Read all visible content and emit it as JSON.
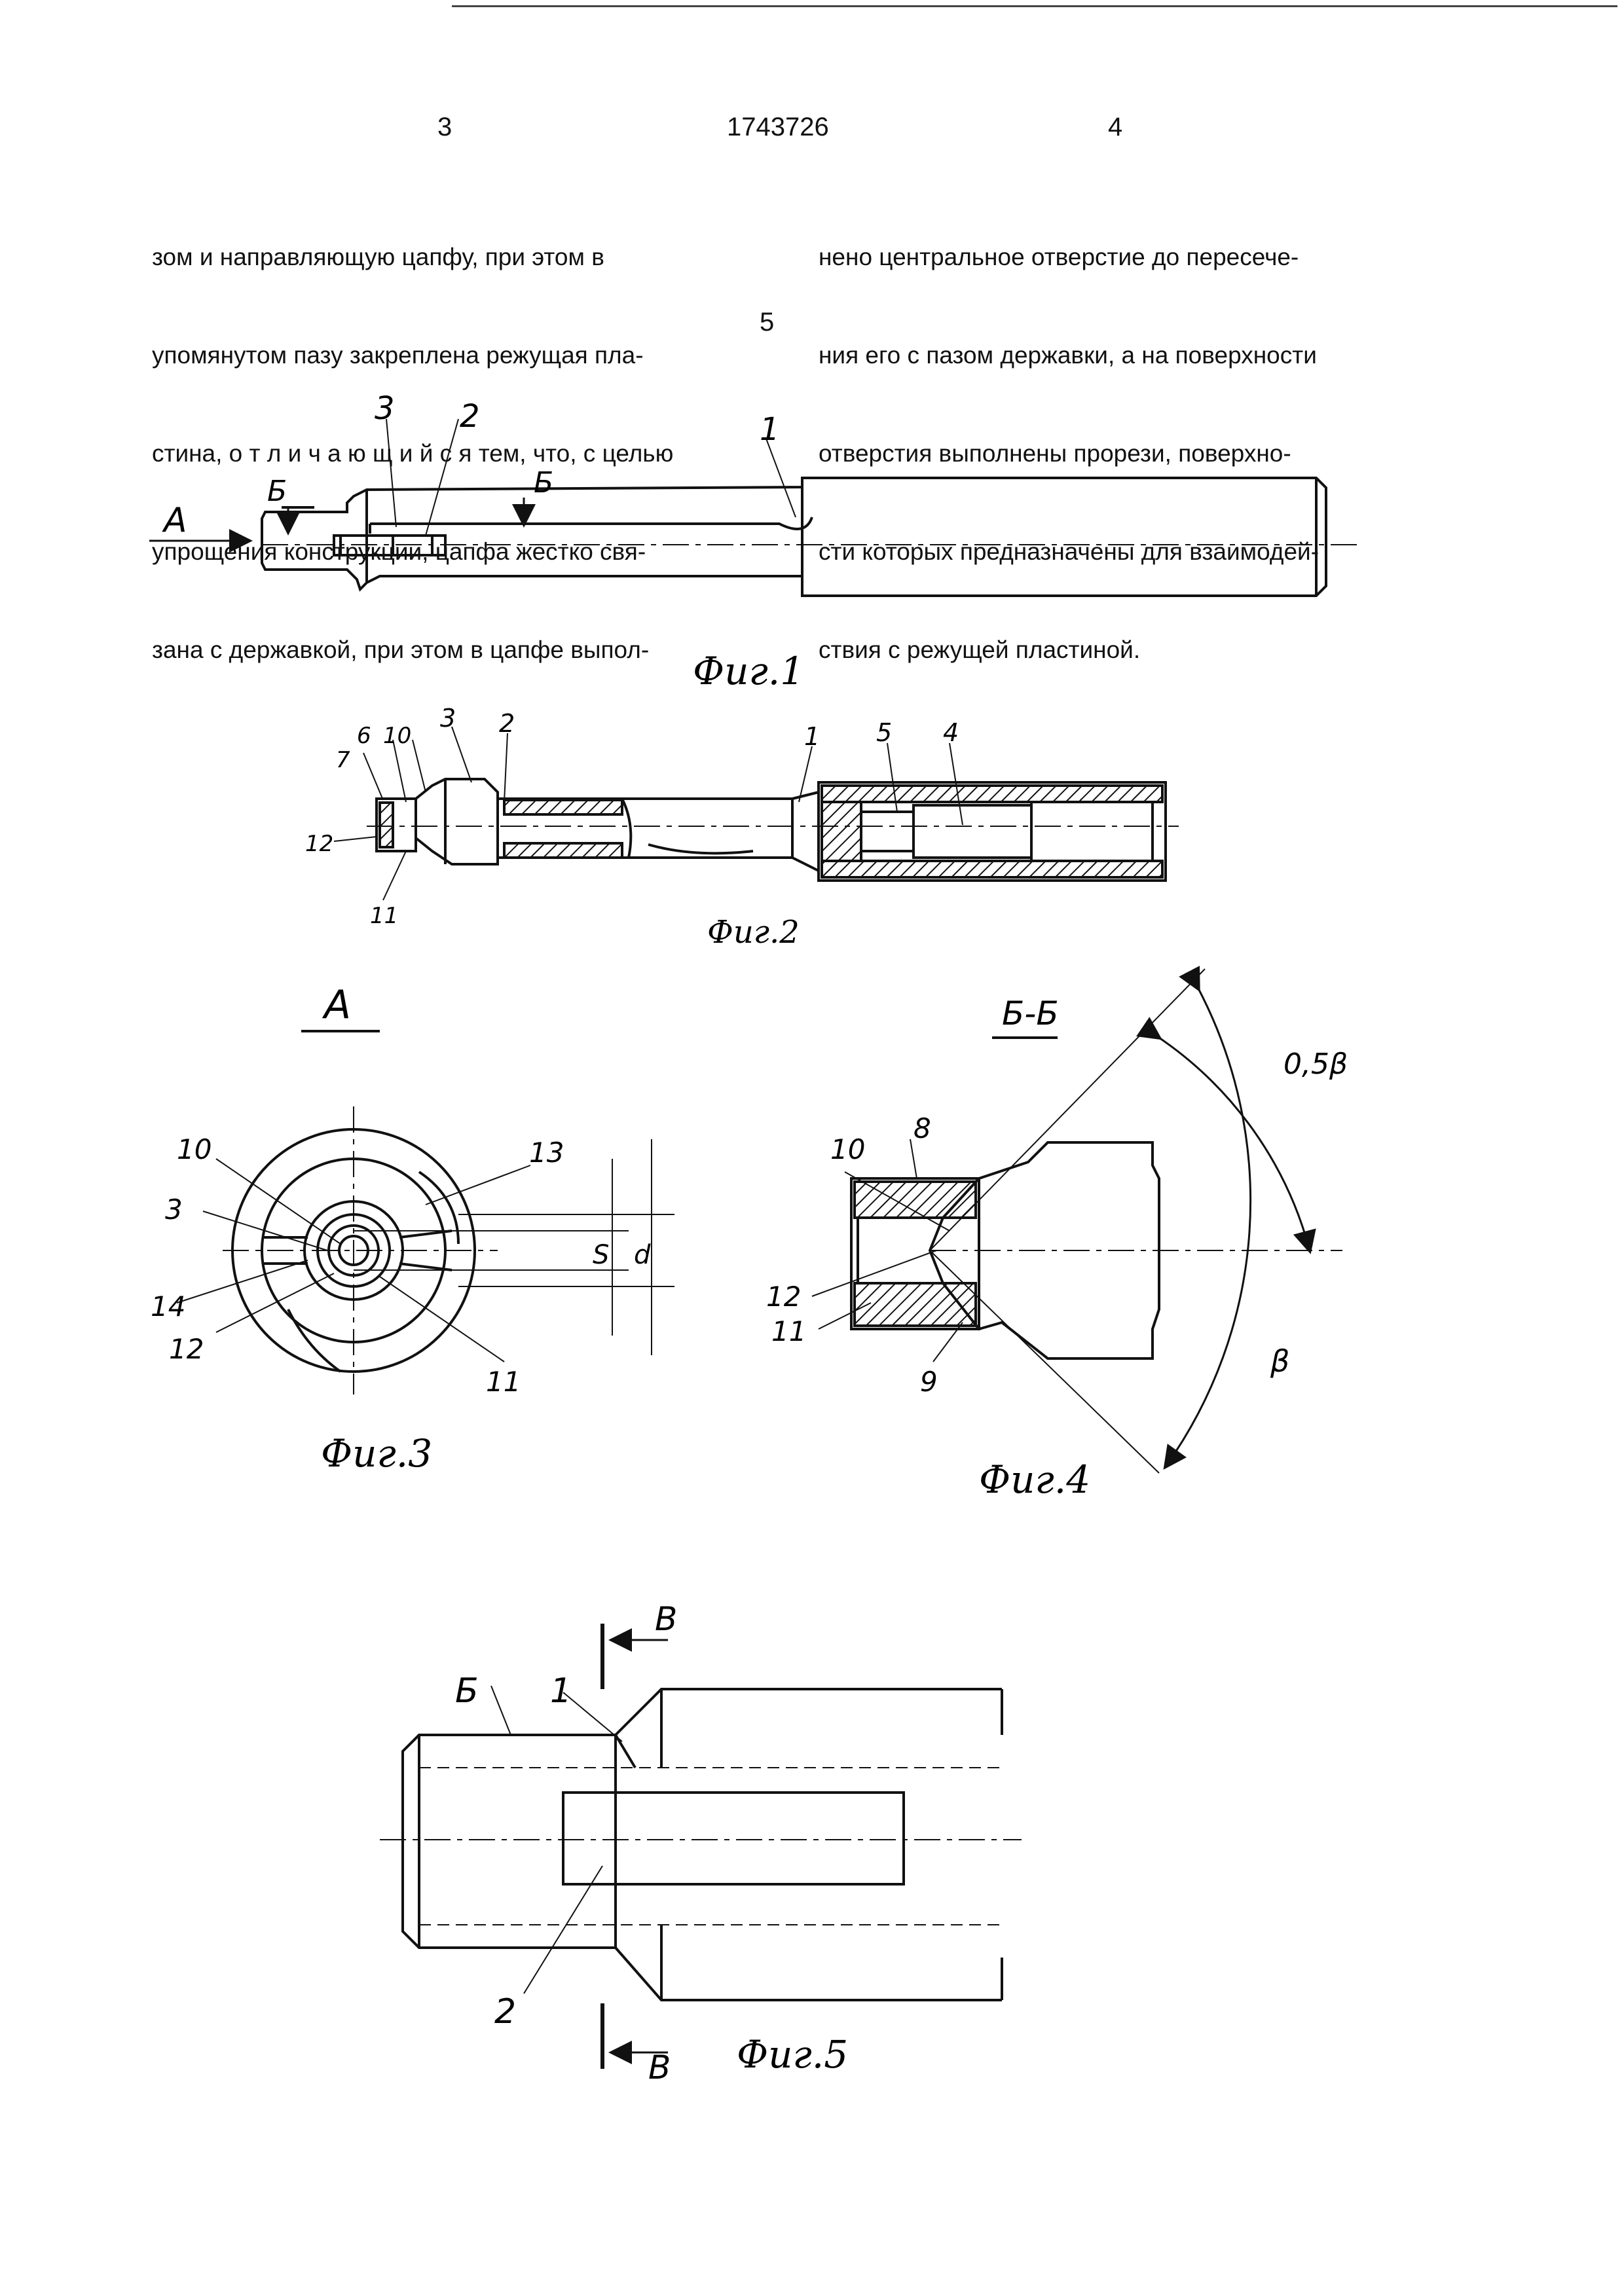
{
  "header": {
    "left_page": "3",
    "patent_number": "1743726",
    "right_page": "4"
  },
  "text": {
    "left_column": [
      "зом и направляющую цапфу, при этом в",
      "упомянутом пазу закреплена режущая пла-",
      "стина, о т л и ч а ю щ и й с я тем, что, с целью",
      "упрощения конструкции, цапфа жестко свя-",
      "зана с державкой, при этом в цапфе выпол-"
    ],
    "line_number": "5",
    "right_column": [
      "нено центральное отверстие до пересече-",
      "ния его с пазом державки, а на поверхности",
      "отверстия выполнены прорези, поверхно-",
      "сти которых предназначены для взаимодей-",
      "ствия с режущей пластиной."
    ]
  },
  "figures": {
    "fig1": {
      "caption": "Фиг.1",
      "labels": {
        "view": "А",
        "section1": "Б",
        "section2": "Б",
        "l1": "1",
        "l2": "2",
        "l3": "3"
      }
    },
    "fig2": {
      "caption": "Фиг.2",
      "labels": {
        "l1": "1",
        "l2": "2",
        "l3": "3",
        "l4": "4",
        "l5": "5",
        "l6": "6",
        "l7": "7",
        "l10": "10",
        "l11": "11",
        "l12": "12"
      }
    },
    "fig3": {
      "caption": "Фиг.3",
      "title": "А",
      "labels": {
        "l3": "3",
        "l10": "10",
        "l11": "11",
        "l12": "12",
        "l13": "13",
        "l14": "14",
        "s": "S",
        "d": "d"
      }
    },
    "fig4": {
      "caption": "Фиг.4",
      "title": "Б-Б",
      "labels": {
        "l8": "8",
        "l9": "9",
        "l10": "10",
        "l11": "11",
        "l12": "12",
        "half_beta": "0,5β",
        "beta": "β"
      }
    },
    "fig5": {
      "caption": "Фиг.5",
      "labels": {
        "b": "Б",
        "l1": "1",
        "l2": "2",
        "v_top": "В",
        "v_bottom": "В"
      }
    }
  }
}
